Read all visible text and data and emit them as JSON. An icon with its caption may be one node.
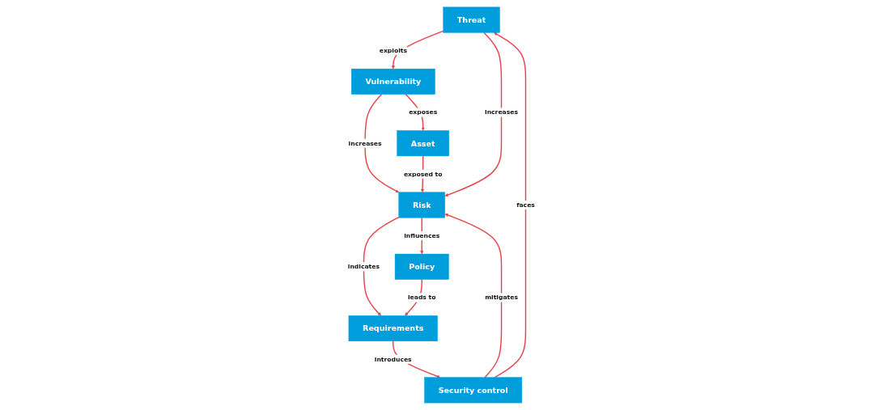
{
  "diagram": {
    "nodes": [
      {
        "text": [
          "Threat"
        ]
      },
      {
        "text": [
          "Vulnerability"
        ]
      },
      {
        "text": [
          "Security control"
        ]
      },
      {
        "text": [
          "Risk"
        ]
      },
      {
        "text": [
          "Asset"
        ]
      },
      {
        "text": [
          "Requirements"
        ]
      },
      {
        "text": [
          "Policy"
        ]
      }
    ],
    "edges": [
      {
        "from": 0,
        "to": 1,
        "arrow": "to",
        "label": "exploits"
      },
      {
        "from": 0,
        "to": 3,
        "arrow": "to",
        "label": "increases"
      },
      {
        "from": 1,
        "to": 3,
        "arrow": "to",
        "label": "increases"
      },
      {
        "from": 1,
        "to": 4,
        "arrow": "to",
        "label": "exposes"
      },
      {
        "from": 2,
        "to": 0,
        "arrow": "to",
        "label": "faces"
      },
      {
        "from": 2,
        "to": 3,
        "arrow": "to",
        "label": "mitigates"
      },
      {
        "from": 4,
        "to": 3,
        "arrow": "to",
        "label": "exposed to"
      },
      {
        "from": 3,
        "to": 5,
        "arrow": "to",
        "label": "indicates"
      },
      {
        "from": 3,
        "to": 6,
        "arrow": "to",
        "label": "influences"
      },
      {
        "from": 6,
        "to": 5,
        "arrow": "to",
        "label": "leads to"
      },
      {
        "from": 5,
        "to": 2,
        "arrow": "to",
        "label": "introduces"
      }
    ]
  }
}
